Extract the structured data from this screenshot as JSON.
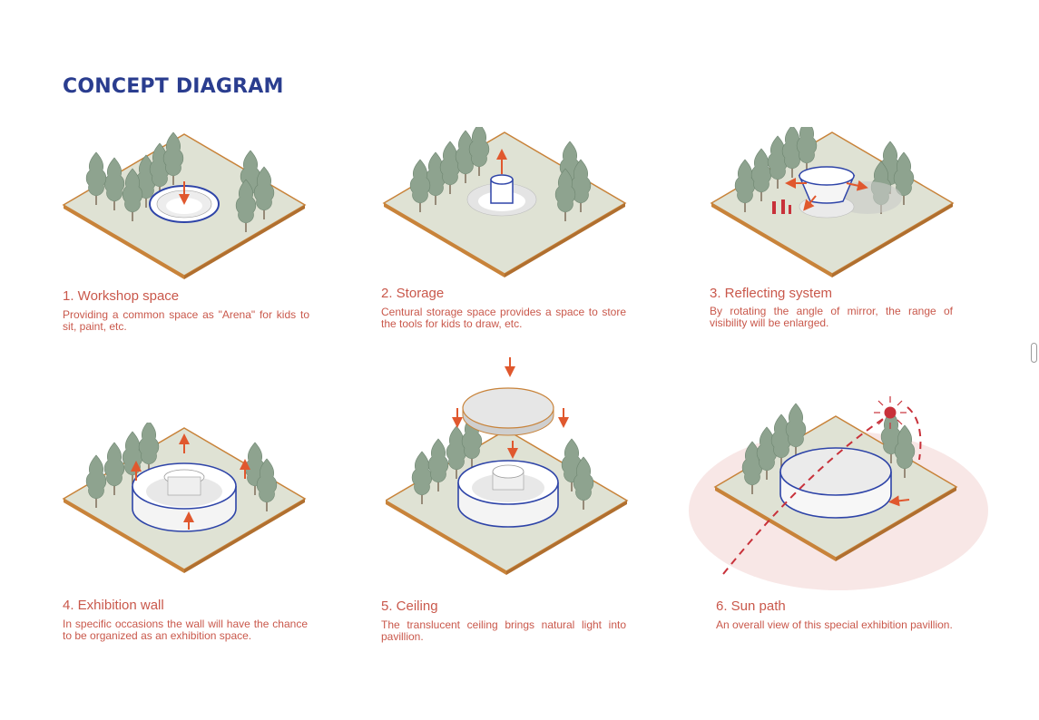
{
  "page": {
    "title": "CONCEPT DIAGRAM"
  },
  "colors": {
    "title_blue": "#2a3d8f",
    "caption_red": "#c9584b",
    "arrow_orange": "#e0582e",
    "ground_edge": "#c8833a",
    "ground_fill": "#dfe2d4",
    "structure_blue": "#2e44a8",
    "tree_green": "#8ea38f",
    "sun_red": "#c8313a",
    "halo_pink": "#f7e3e2"
  },
  "panels": [
    {
      "title": "1. Workshop space",
      "text": "Providing a common space as \"Arena\" for kids to sit, paint, etc."
    },
    {
      "title": "2. Storage",
      "text": "Centural storage space provides a space to store the tools for kids to draw, etc."
    },
    {
      "title": "3. Reflecting system",
      "text": "By rotating the angle of mirror, the range of visibility will be enlarged."
    },
    {
      "title": "4. Exhibition wall",
      "text": "In specific occasions the wall will have the chance to be organized as an exhibition space."
    },
    {
      "title": "5. Ceiling",
      "text": "The translucent ceiling brings natural light into pavillion."
    },
    {
      "title": "6. Sun path",
      "text": "An overall view of this special exhibition pavillion."
    }
  ]
}
